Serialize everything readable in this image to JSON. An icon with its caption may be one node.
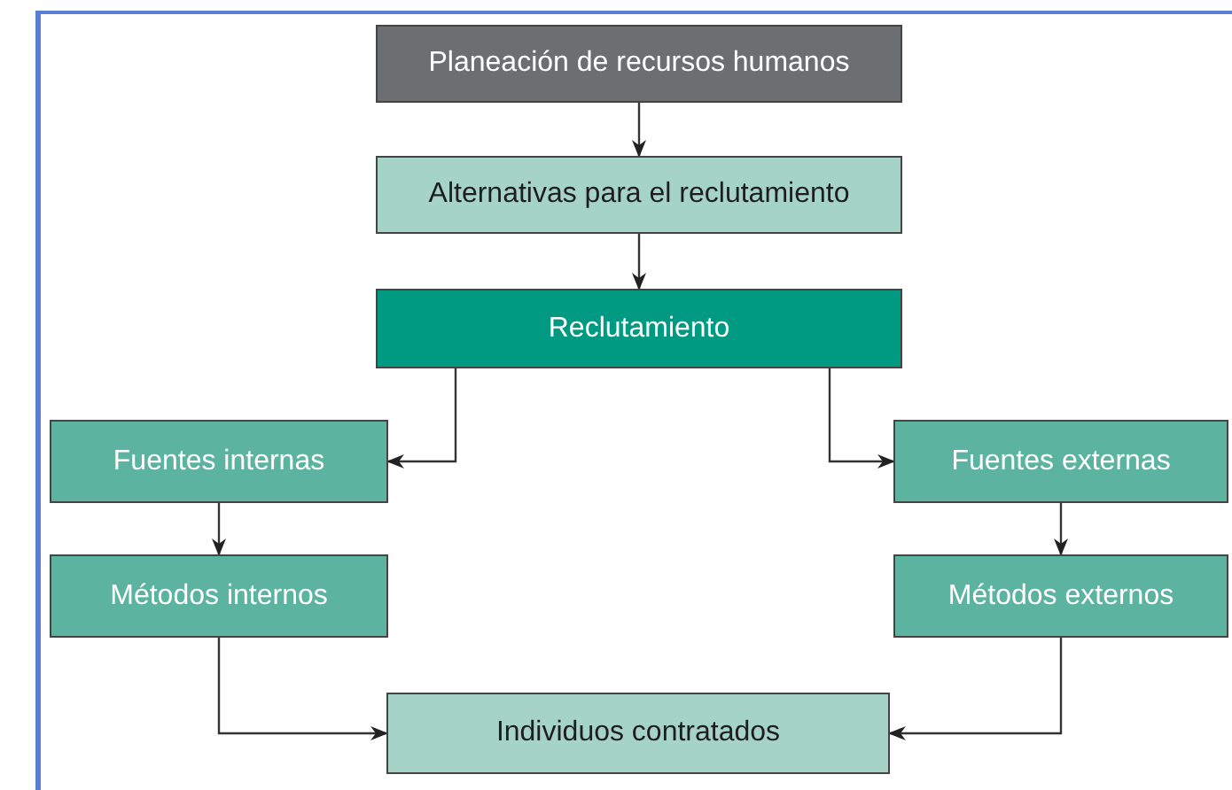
{
  "diagram": {
    "nodes": [
      {
        "text": [
          "Planeación de recursos humanos"
        ]
      },
      {
        "text": [
          "Alternativas para el reclutamiento"
        ]
      },
      {
        "text": [
          "Reclutamiento"
        ]
      },
      {
        "text": [
          "Fuentes internas"
        ]
      },
      {
        "text": [
          "Fuentes externas"
        ]
      },
      {
        "text": [
          "Métodos internos"
        ]
      },
      {
        "text": [
          "Métodos externos"
        ]
      },
      {
        "text": [
          "Individuos contratados"
        ]
      }
    ],
    "edges": [
      {
        "from": 0,
        "to": 1,
        "arrow": "to"
      },
      {
        "from": 1,
        "to": 2,
        "arrow": "to"
      },
      {
        "from": 2,
        "to": 3,
        "arrow": "to"
      },
      {
        "from": 2,
        "to": 4,
        "arrow": "to"
      },
      {
        "from": 3,
        "to": 5,
        "arrow": "to"
      },
      {
        "from": 4,
        "to": 6,
        "arrow": "to"
      },
      {
        "from": 5,
        "to": 7,
        "arrow": "to"
      },
      {
        "from": 6,
        "to": 7,
        "arrow": "to"
      }
    ]
  }
}
